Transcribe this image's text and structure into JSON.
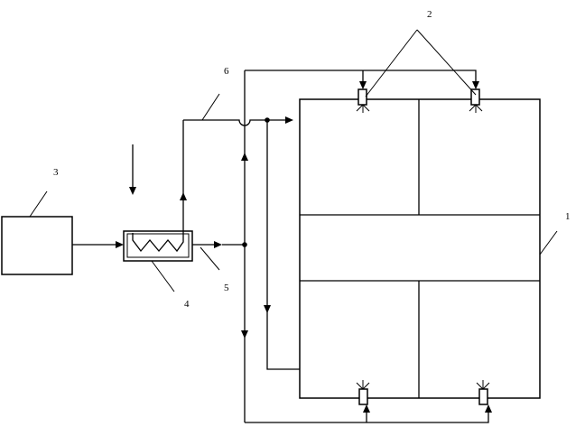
{
  "labels": {
    "chamber": "1",
    "nozzles": "2",
    "unit": "3",
    "heat_exchanger": "4",
    "pipe_5": "5",
    "pipe_6": "6"
  }
}
